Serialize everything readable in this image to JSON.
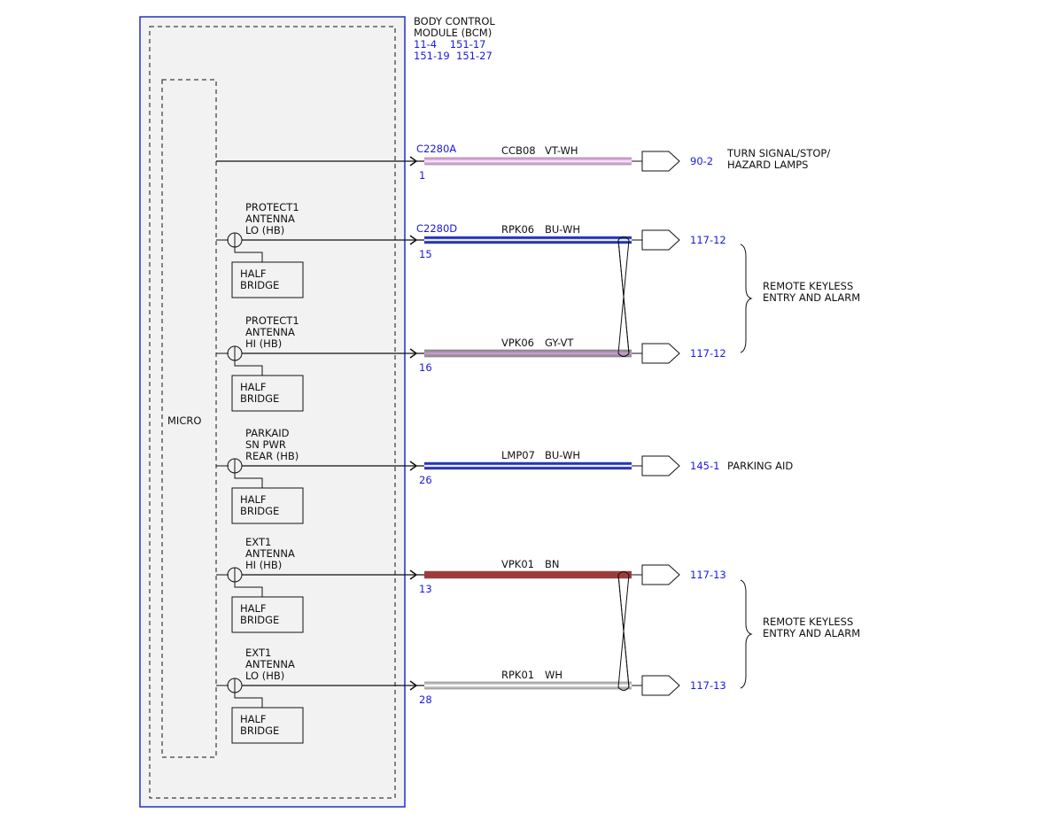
{
  "module": {
    "title_line1": "BODY CONTROL",
    "title_line2": "MODULE (BCM)",
    "refs_line1": "11-4    151-17",
    "refs_line2": "151-19  151-27",
    "micro_label": "MICRO"
  },
  "connectors": {
    "c2280a": "C2280A",
    "c2280d": "C2280D"
  },
  "half_bridge_line1": "HALF",
  "half_bridge_line2": "BRIDGE",
  "circuits": [
    {
      "id": "ccb08",
      "pin": "1",
      "circuit": "CCB08",
      "color_code": "VT-WH",
      "ref": "90-2",
      "label_lines": [],
      "wire_base": "#d9a3d9",
      "wire_stripe": "#f2e4f2"
    },
    {
      "id": "rpk06",
      "pin": "15",
      "circuit": "RPK06",
      "color_code": "BU-WH",
      "ref": "117-12",
      "label_lines": [
        "PROTECT1",
        "ANTENNA",
        "LO (HB)"
      ],
      "wire_base": "#1f2fc8",
      "wire_stripe": "#e8ecff"
    },
    {
      "id": "vpk06",
      "pin": "16",
      "circuit": "VPK06",
      "color_code": "GY-VT",
      "ref": "117-12",
      "label_lines": [
        "PROTECT1",
        "ANTENNA",
        "HI (HB)"
      ],
      "wire_base": "#9a8f9e",
      "wire_stripe": "#c99bd0"
    },
    {
      "id": "lmp07",
      "pin": "26",
      "circuit": "LMP07",
      "color_code": "BU-WH",
      "ref": "145-1",
      "label_lines": [
        "PARKAID",
        "SN PWR",
        "REAR (HB)"
      ],
      "wire_base": "#1f2fc8",
      "wire_stripe": "#e8ecff"
    },
    {
      "id": "vpk01",
      "pin": "13",
      "circuit": "VPK01",
      "color_code": "BN",
      "ref": "117-13",
      "label_lines": [
        "EXT1",
        "ANTENNA",
        "HI (HB)"
      ],
      "wire_base": "#a33a3a",
      "wire_stripe": "#a33a3a"
    },
    {
      "id": "rpk01",
      "pin": "28",
      "circuit": "RPK01",
      "color_code": "WH",
      "ref": "117-13",
      "label_lines": [
        "EXT1",
        "ANTENNA",
        "LO (HB)"
      ],
      "wire_base": "#b8b8b8",
      "wire_stripe": "#ffffff"
    }
  ],
  "destinations": {
    "turn_signal_line1": "TURN SIGNAL/STOP/",
    "turn_signal_line2": "HAZARD LAMPS",
    "rke_line1": "REMOTE KEYLESS",
    "rke_line2": "ENTRY AND ALARM",
    "parking_aid": "PARKING AID"
  },
  "colors": {
    "module_outline": "#2030c8",
    "module_fill": "#f2f2f2",
    "ref_blue": "#1a1adc"
  }
}
